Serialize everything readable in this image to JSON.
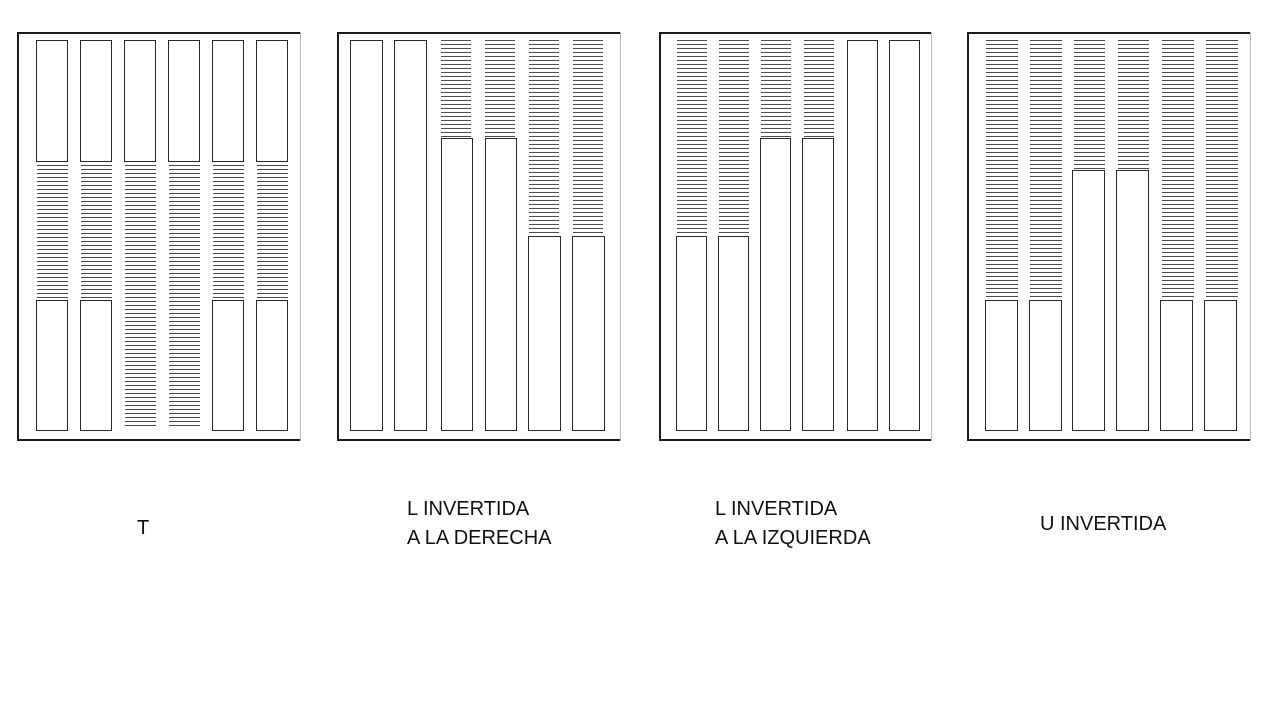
{
  "diagrams": [
    {
      "caption_lines": [
        "T"
      ]
    },
    {
      "caption_lines": [
        "L INVERTIDA",
        "A LA DERECHA"
      ]
    },
    {
      "caption_lines": [
        "L INVERTIDA",
        "A LA IZQUIERDA"
      ]
    },
    {
      "caption_lines": [
        "U INVERTIDA"
      ]
    }
  ]
}
